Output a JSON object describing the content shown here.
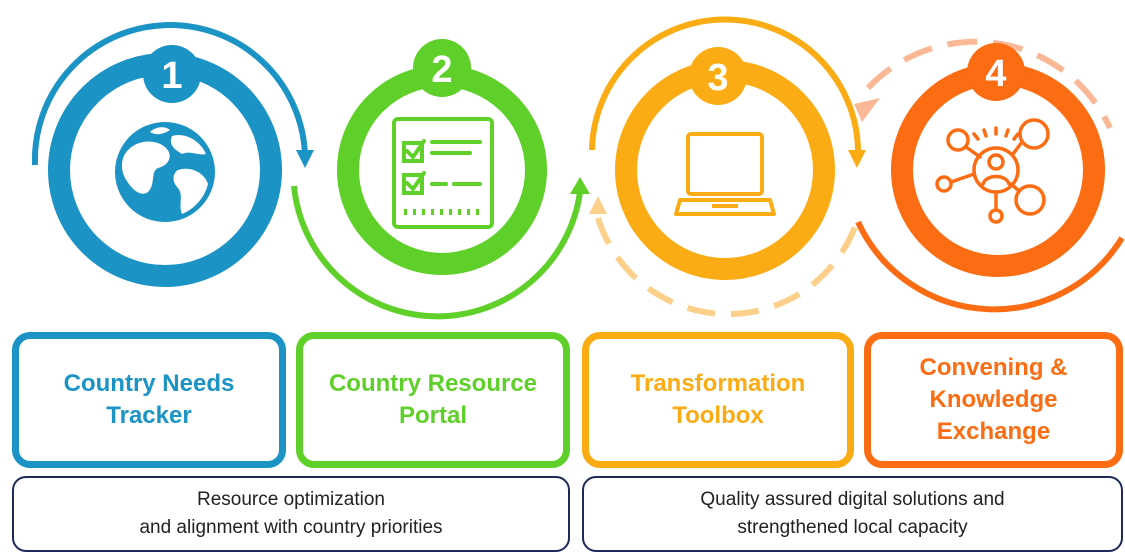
{
  "steps": [
    {
      "number": "1",
      "title": "Country Needs\nTracker",
      "color": "#1b93c5",
      "icon": "globe-icon"
    },
    {
      "number": "2",
      "title": "Country Resource\nPortal",
      "color": "#5fd02a",
      "icon": "checklist-icon"
    },
    {
      "number": "3",
      "title": "Transformation\nToolbox",
      "color": "#fbab13",
      "icon": "laptop-icon"
    },
    {
      "number": "4",
      "title": "Convening &\nKnowledge\nExchange",
      "color": "#fb6c13",
      "icon": "network-icon"
    }
  ],
  "outcomes": [
    {
      "text": "Resource optimization\nand alignment with country priorities"
    },
    {
      "text": "Quality assured digital solutions and\nstrengthened local capacity"
    }
  ],
  "colors": {
    "step3_dash": "#fcd08a",
    "step4_dash": "#fbb896",
    "outcome_border": "#1f2a5c"
  }
}
